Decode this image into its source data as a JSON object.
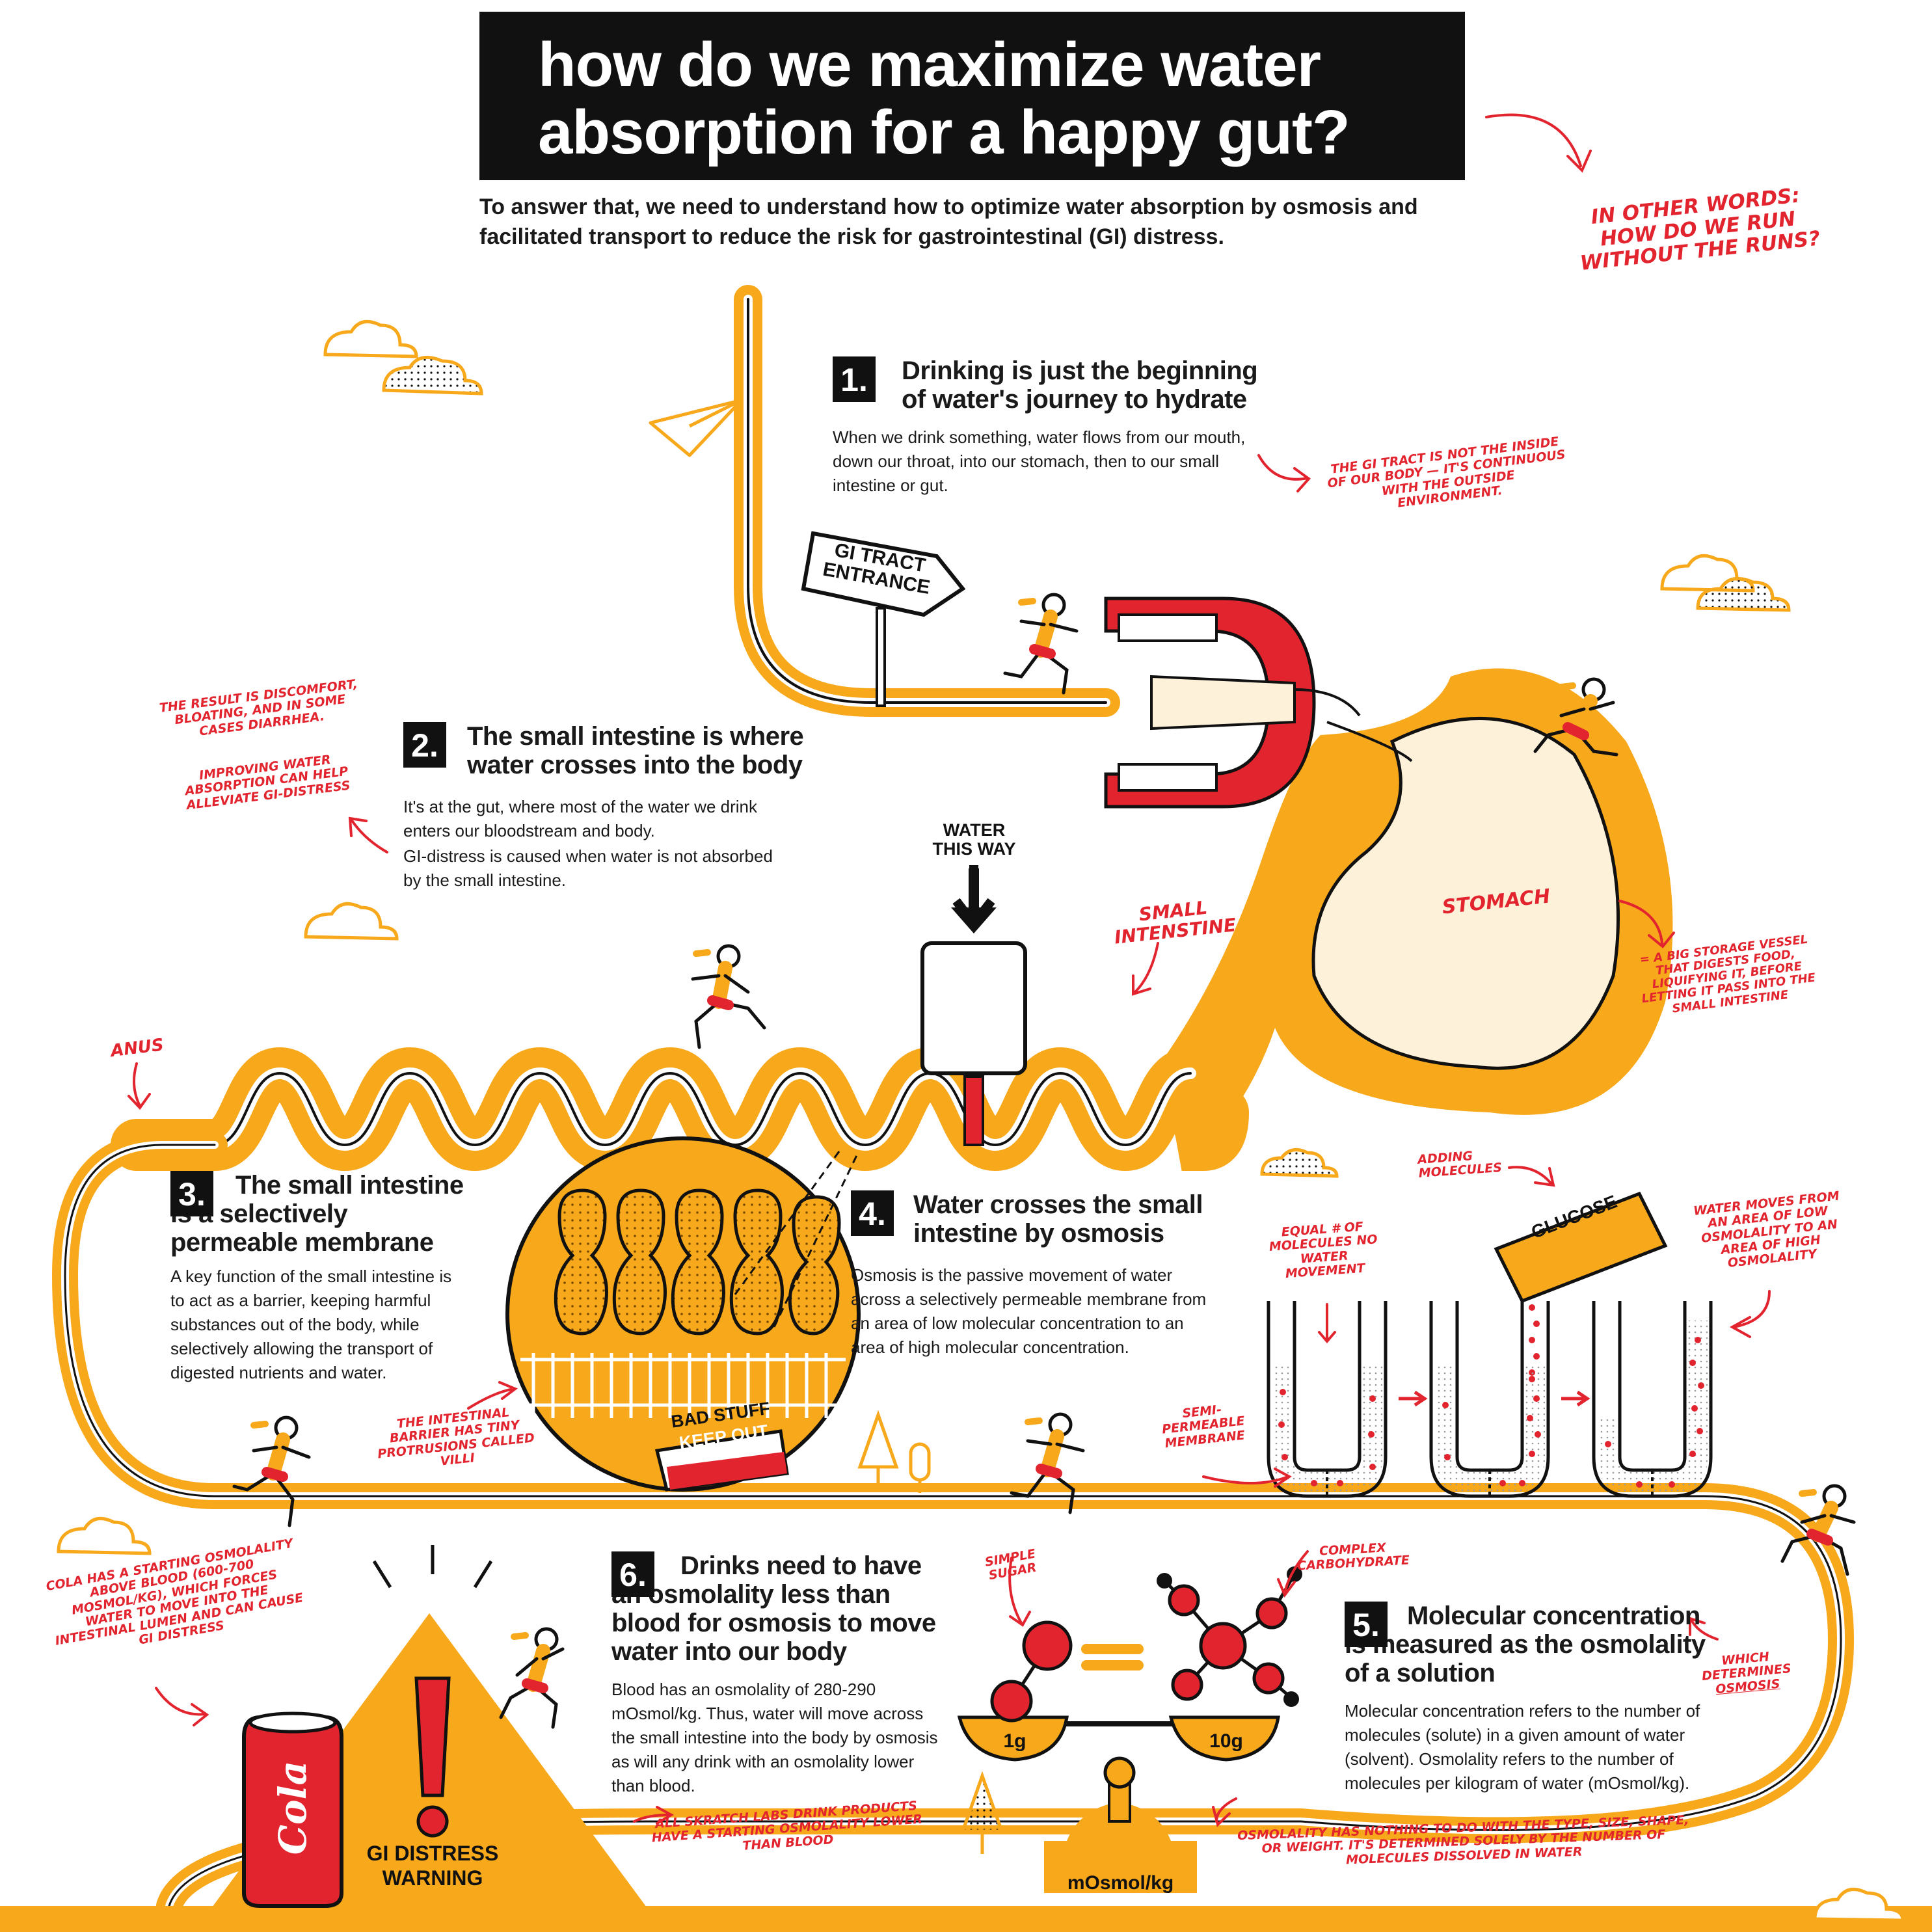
{
  "header": {
    "title_line1": "how do we maximize water",
    "title_line2": "absorption for a happy gut?",
    "lead_text": "To answer that, we need to understand how to optimize water absorption by osmosis and facilitated transport to reduce the risk for gastrointestinal (GI) distress."
  },
  "notes": {
    "other_words": "In other words: How do we run without the runs?",
    "gi_tract_outside": "The GI tract is not the inside of our body — it's continuous with the outside environment.",
    "result_discomfort": "The result is discomfort, bloating, and in some cases diarrhea.",
    "improving_absorption": "Improving water absorption can help alleviate GI-distress",
    "small_intestine_label": "Small intenstine",
    "stomach_label": "Stomach",
    "stomach_note": "= A big storage vessel that digests food, liquifying it, before letting it pass into the small intestine",
    "anus_label": "Anus",
    "adding_molecules": "Adding molecules",
    "equal_molecules": "Equal # of molecules no water movement",
    "water_moves": "Water moves from an area of low osmolality to an area of high osmolality",
    "semi_permeable": "Semi-permeable membrane",
    "villi_note": "The intestinal barrier has tiny protrusions called villi",
    "cola_note": "Cola has a starting osmolality above blood (600-700 mOsmol/kg), which forces water to move into the intestinal lumen and can cause GI distress",
    "simple_sugar": "Simple sugar",
    "complex_carb": "Complex carbohydrate",
    "which_determines": "which determines",
    "osmosis_word": "osmosis",
    "skratch_note": "All Skratch Labs drink products have a starting osmolality lower than blood",
    "osmolality_note": "Osmolality has nothing to do with the type, size, shape, or weight. It's determined solely by the number of molecules dissolved in water"
  },
  "signs": {
    "gi_tract_line1": "GI TRACT",
    "gi_tract_line2": "ENTRANCE",
    "water_line1": "WATER",
    "water_line2": "THIS WAY",
    "bad_stuff": "BAD STUFF",
    "keep_out": "KEEP OUT",
    "glucose": "GLUCOSE",
    "cola": "Cola",
    "warning_line1": "GI DISTRESS",
    "warning_line2": "WARNING",
    "weight_left": "1g",
    "weight_right": "10g",
    "scale_unit": "mOsmol/kg"
  },
  "sections": [
    {
      "number": "1.",
      "title": "Drinking is just the beginning of water's journey to hydrate",
      "body": "When we drink something, water flows from our mouth, down our throat, into our stomach, then to our small intestine or gut."
    },
    {
      "number": "2.",
      "title": "The small intestine is where water crosses into the body",
      "body": "It's at the gut, where most of the water we drink enters our bloodstream and body.",
      "body2": "GI-distress is caused when water is not absorbed by the small intestine."
    },
    {
      "number": "3.",
      "title": "The small intestine is a selectively permeable membrane",
      "body": "A key function of the small intestine is to act as a barrier, keeping harmful substances out of the body, while selectively allowing the transport of digested nutrients and water."
    },
    {
      "number": "4.",
      "title": "Water crosses the small intestine by osmosis",
      "body": "Osmosis is the passive movement of water across a selectively permeable membrane from an area of low molecular concentration to an area of high molecular concentration."
    },
    {
      "number": "5.",
      "title": "Molecular concentration is measured as the osmolality of a solution",
      "body": "Molecular concentration refers to the number of molecules (solute) in a given amount of water (solvent). Osmolality refers to the number of molecules per kilogram of water (mOsmol/kg)."
    },
    {
      "number": "6.",
      "title": "Drinks need to have an osmolality less than blood for osmosis to move water into our body",
      "body": "Blood has an osmolality of 280-290 mOsmol/kg. Thus, water will move across the small intestine into the body by osmosis as will any drink with an osmolality lower than blood."
    }
  ],
  "colors": {
    "orange": "#f7a81b",
    "red": "#e2242f",
    "black": "#111111",
    "cream": "#fdf1da"
  }
}
